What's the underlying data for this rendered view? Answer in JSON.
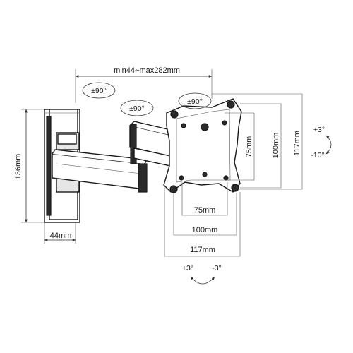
{
  "dimensions": {
    "arm_extension": "min44~max282mm",
    "wall_plate_height": "136mm",
    "wall_plate_width": "44mm",
    "hole_spacing_small_h": "75mm",
    "hole_spacing_mid_h": "100mm",
    "plate_size_h": "117mm",
    "hole_spacing_small_v": "75mm",
    "hole_spacing_mid_v": "100mm",
    "plate_size_v": "117mm"
  },
  "swivel_badges": [
    "±90°",
    "±90°",
    "±90°"
  ],
  "tilt": {
    "up": "+3°",
    "down": "-10°"
  },
  "rotation": {
    "left": "+3°",
    "right": "-3°"
  }
}
